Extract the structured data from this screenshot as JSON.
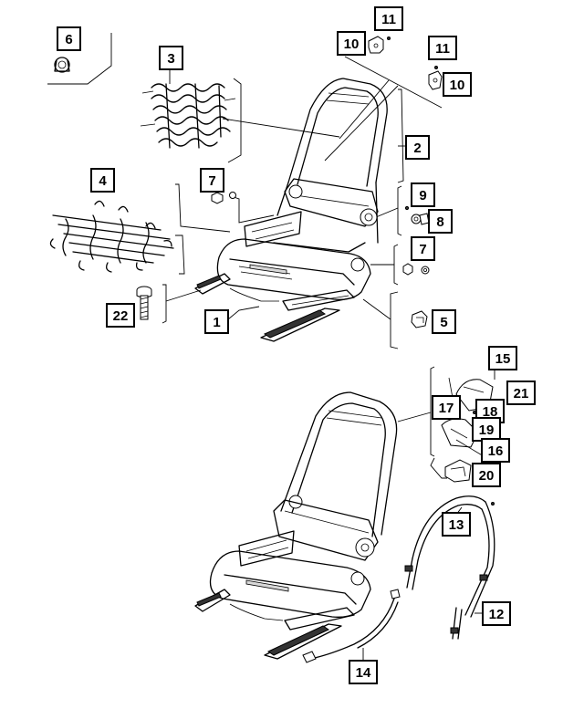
{
  "callouts": [
    {
      "id": "c1",
      "label": "1"
    },
    {
      "id": "c2",
      "label": "2"
    },
    {
      "id": "c3",
      "label": "3"
    },
    {
      "id": "c4",
      "label": "4"
    },
    {
      "id": "c5",
      "label": "5"
    },
    {
      "id": "c6",
      "label": "6"
    },
    {
      "id": "c7a",
      "label": "7"
    },
    {
      "id": "c7b",
      "label": "7"
    },
    {
      "id": "c8",
      "label": "8"
    },
    {
      "id": "c9",
      "label": "9"
    },
    {
      "id": "c10a",
      "label": "10"
    },
    {
      "id": "c10b",
      "label": "10"
    },
    {
      "id": "c11a",
      "label": "11"
    },
    {
      "id": "c11b",
      "label": "11"
    },
    {
      "id": "c12",
      "label": "12"
    },
    {
      "id": "c13",
      "label": "13"
    },
    {
      "id": "c14",
      "label": "14"
    },
    {
      "id": "c15",
      "label": "15"
    },
    {
      "id": "c16",
      "label": "16"
    },
    {
      "id": "c17",
      "label": "17"
    },
    {
      "id": "c18",
      "label": "18"
    },
    {
      "id": "c19",
      "label": "19"
    },
    {
      "id": "c20",
      "label": "20"
    },
    {
      "id": "c21",
      "label": "21"
    },
    {
      "id": "c22",
      "label": "22"
    }
  ]
}
